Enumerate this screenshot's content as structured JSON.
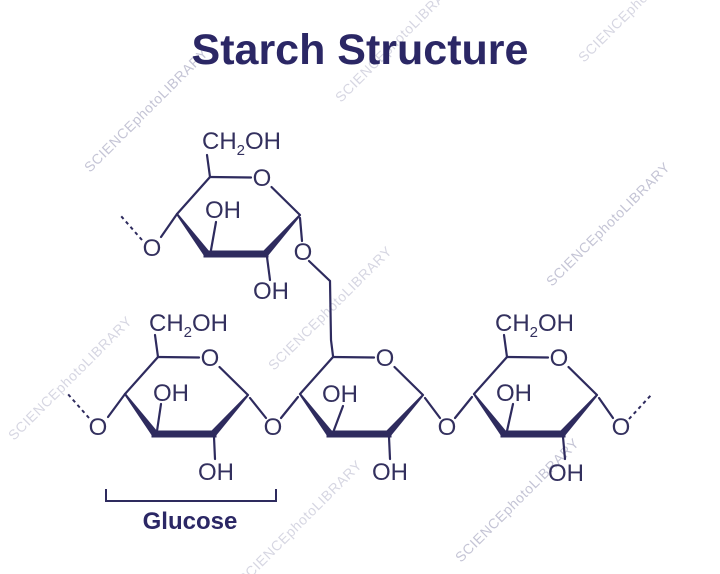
{
  "title": "Starch Structure",
  "watermark": {
    "text": "SCIENCEphotoLIBRARY"
  },
  "colors": {
    "ink": "#2e2b5e",
    "title_text": "#2b2765",
    "watermark_text": "#9b9bb8",
    "background": "#ffffff"
  },
  "molecule": {
    "rings": [
      {
        "ch2oh": {
          "c": "CH",
          "sub": "2",
          "oh": "OH"
        },
        "ring_oxygen": "O",
        "inner_hydroxyl": "OH",
        "bottom_hydroxyl": "OH"
      },
      {
        "ch2oh": {
          "c": "CH",
          "sub": "2",
          "oh": "OH"
        },
        "ring_oxygen": "O",
        "inner_hydroxyl": "OH",
        "bottom_hydroxyl": "OH"
      },
      {
        "ring_oxygen": "O",
        "inner_hydroxyl": "OH",
        "bottom_hydroxyl": "OH"
      },
      {
        "ch2oh": {
          "c": "CH",
          "sub": "2",
          "oh": "OH"
        },
        "ring_oxygen": "O",
        "inner_hydroxyl": "OH",
        "bottom_hydroxyl": "OH"
      }
    ],
    "oxygens": {
      "top_terminal": "O",
      "branch_link": "O",
      "left_terminal": "O",
      "left_glycosidic": "O",
      "right_glycosidic": "O",
      "right_terminal": "O"
    },
    "bracket_label": "Glucose"
  }
}
